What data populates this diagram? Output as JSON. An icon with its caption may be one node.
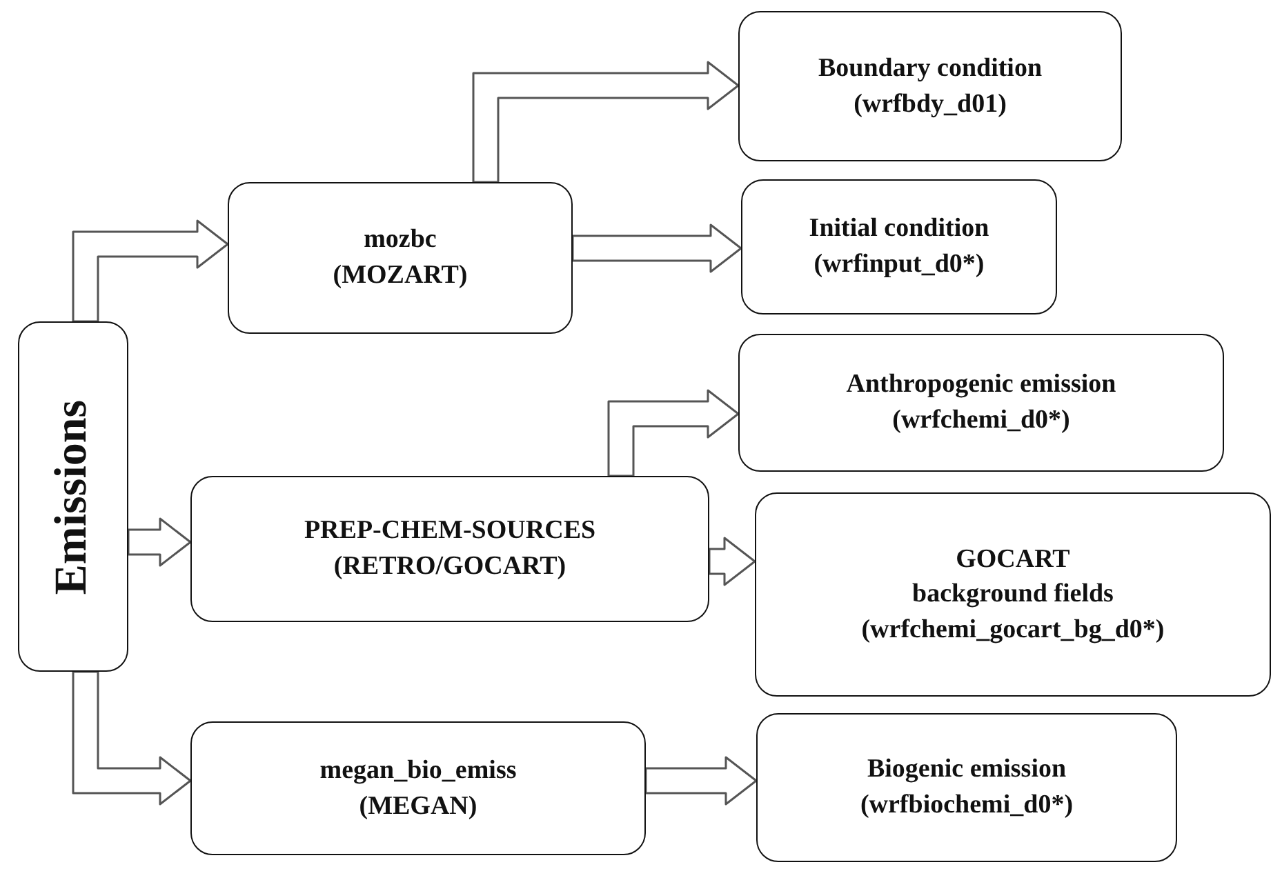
{
  "diagram": {
    "nodes": [
      {
        "text": [
          "Emissions"
        ]
      },
      {
        "text": [
          "mozbc",
          "(MOZART)"
        ]
      },
      {
        "text": [
          "Boundary condition",
          "(wrfbdy_d01)"
        ]
      },
      {
        "text": [
          "Initial condition",
          "(wrfinput_d0*)"
        ]
      },
      {
        "text": [
          "Anthropogenic emission",
          "(wrfchemi_d0*)"
        ]
      },
      {
        "text": [
          "PREP-CHEM-SOURCES",
          "(RETRO/GOCART)"
        ]
      },
      {
        "text": [
          "GOCART",
          "background fields",
          "(wrfchemi_gocart_bg_d0*)"
        ]
      },
      {
        "text": [
          "megan_bio_emiss",
          "(MEGAN)"
        ]
      },
      {
        "text": [
          "Biogenic emission",
          "(wrfbiochemi_d0*)"
        ]
      }
    ],
    "edges": [
      {
        "from": 0,
        "to": 1,
        "arrow": "to"
      },
      {
        "from": 1,
        "to": 2,
        "arrow": "to"
      },
      {
        "from": 1,
        "to": 3,
        "arrow": "to"
      },
      {
        "from": 0,
        "to": 5,
        "arrow": "to"
      },
      {
        "from": 5,
        "to": 4,
        "arrow": "to"
      },
      {
        "from": 5,
        "to": 6,
        "arrow": "to"
      },
      {
        "from": 0,
        "to": 7,
        "arrow": "to"
      },
      {
        "from": 7,
        "to": 8,
        "arrow": "to"
      }
    ]
  }
}
